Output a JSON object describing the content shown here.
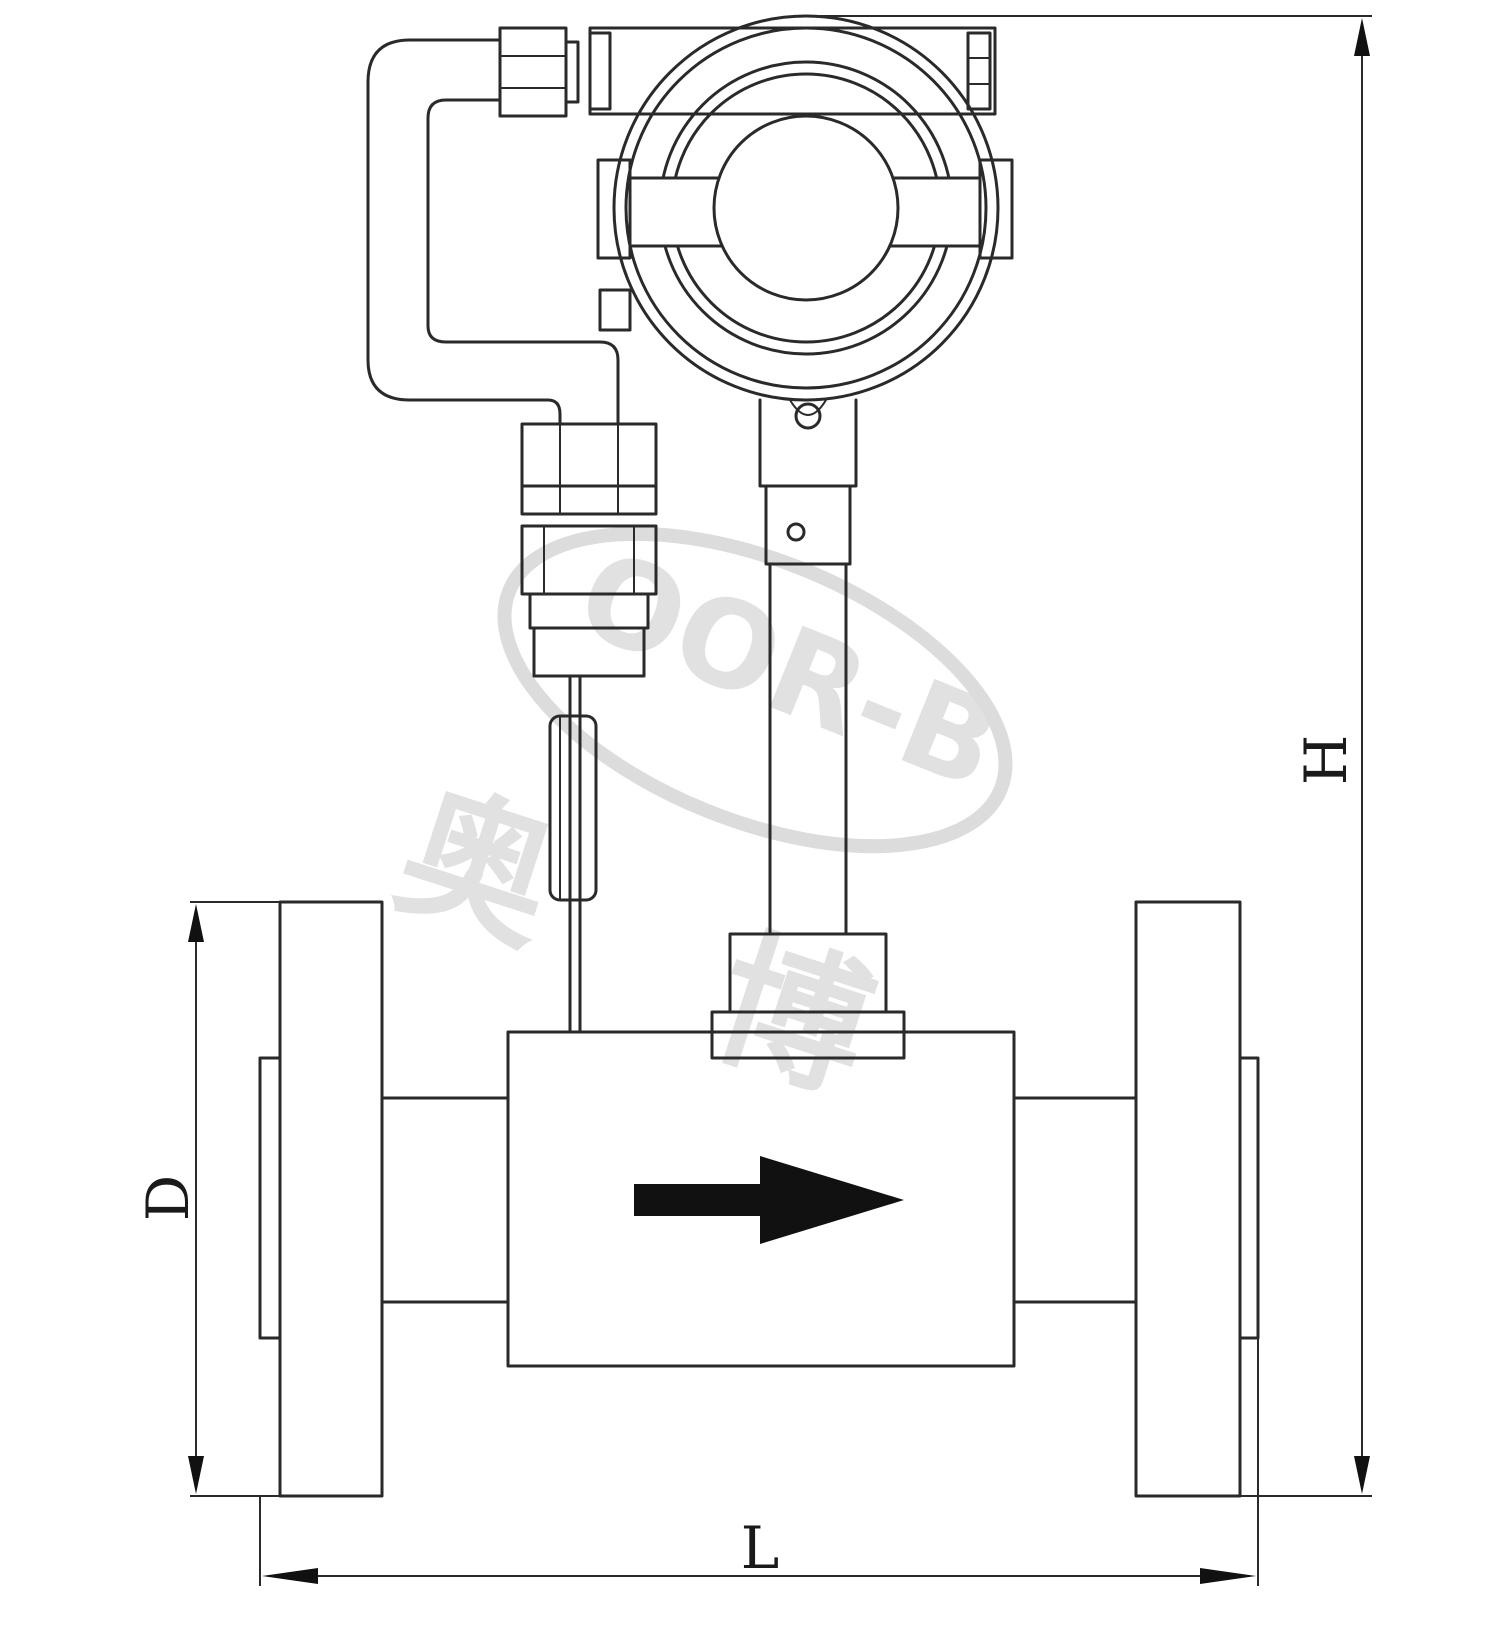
{
  "dimensions": {
    "height_label": "H",
    "diameter_label": "D",
    "length_label": "L"
  },
  "watermark": {
    "logo_text": "OOR-B",
    "chinese_chars": [
      "奥",
      "博"
    ]
  },
  "colors": {
    "line": "#2a2a2a",
    "arrow": "#111111",
    "watermark": "#d6d6d6",
    "background": "#ffffff"
  },
  "icons": {
    "flow_direction": "right-arrow-icon"
  }
}
